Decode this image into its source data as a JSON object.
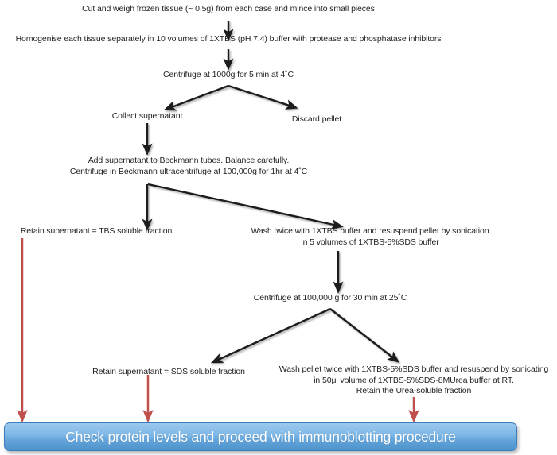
{
  "diagram": {
    "title": "Sequential biochemical fractionation protocol flowchart",
    "colors": {
      "text": "#231f20",
      "black_arrow": "#1a1a1a",
      "red_arrow": "#c0504d",
      "bar_gradient_top": "#9cc9ef",
      "bar_gradient_bottom": "#4e93cd",
      "bar_border": "#3c7ebb",
      "bar_text": "#ffffff",
      "background": "#ffffff"
    },
    "steps": [
      {
        "id": "step-cut-weigh",
        "text": "Cut and weigh frozen tissue (~ 0.5g) from each case and mince into small pieces"
      },
      {
        "id": "step-homogenise",
        "text": "Homogenise each tissue separately in 10 volumes of 1XTBS (pH 7.4) buffer with protease and phosphatase inhibitors"
      },
      {
        "id": "step-centrifuge-1000g",
        "text": "Centrifuge at 1000g for 5 min at 4˚C"
      },
      {
        "id": "step-collect-supernatant",
        "text": "Collect supernatant"
      },
      {
        "id": "step-discard-pellet",
        "text": "Discard pellet"
      },
      {
        "id": "step-beckmann",
        "text": "Add supernatant to Beckmann tubes. Balance carefully.\nCentrifuge in Beckmann ultracentrifuge at 100,000g for 1hr at 4˚C"
      },
      {
        "id": "step-tbs-fraction",
        "text": "Retain supernatant = TBS soluble fraction"
      },
      {
        "id": "step-wash-twice-tbs",
        "text": "Wash twice with 1XTBS buffer and resuspend pellet by sonication\nin 5 volumes of 1XTBS-5%SDS buffer"
      },
      {
        "id": "step-centrifuge-100000g",
        "text": "Centrifuge at 100,000 g for 30 min at 25˚C"
      },
      {
        "id": "step-sds-fraction",
        "text": "Retain supernatant = SDS soluble fraction"
      },
      {
        "id": "step-wash-pellet-urea",
        "text": "Wash pellet twice with 1XTBS-5%SDS buffer and resuspend by sonicating\nin 50μl volume of 1XTBS-5%SDS-8MUrea buffer at RT.\nRetain the Urea-soluble fraction"
      }
    ],
    "terminal": {
      "label": "Check protein levels and proceed with immunoblotting procedure"
    }
  }
}
